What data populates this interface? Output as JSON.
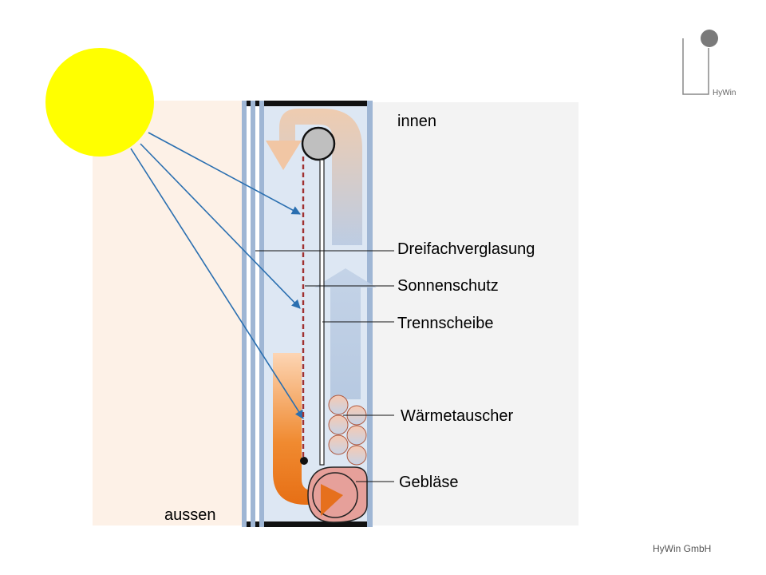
{
  "labels": {
    "inside": "innen",
    "outside": "aussen",
    "glazing": "Dreifachverglasung",
    "sunshade": "Sonnenschutz",
    "separator": "Trennscheibe",
    "heat_exchanger": "Wärmetauscher",
    "blower": "Gebläse"
  },
  "logo": {
    "text": "HyWin"
  },
  "footer": {
    "company": "HyWin GmbH"
  },
  "colors": {
    "sun": "#ffff00",
    "outside_bg": "#fdf1e7",
    "inside_bg": "#f3f3f3",
    "cavity": "#dde7f3",
    "glass": "#9fb6d4",
    "ray": "#2a6fb0",
    "sunshade": "#a03030",
    "warm_air": "#e56a10",
    "cool_air": "#b7c8e0"
  }
}
